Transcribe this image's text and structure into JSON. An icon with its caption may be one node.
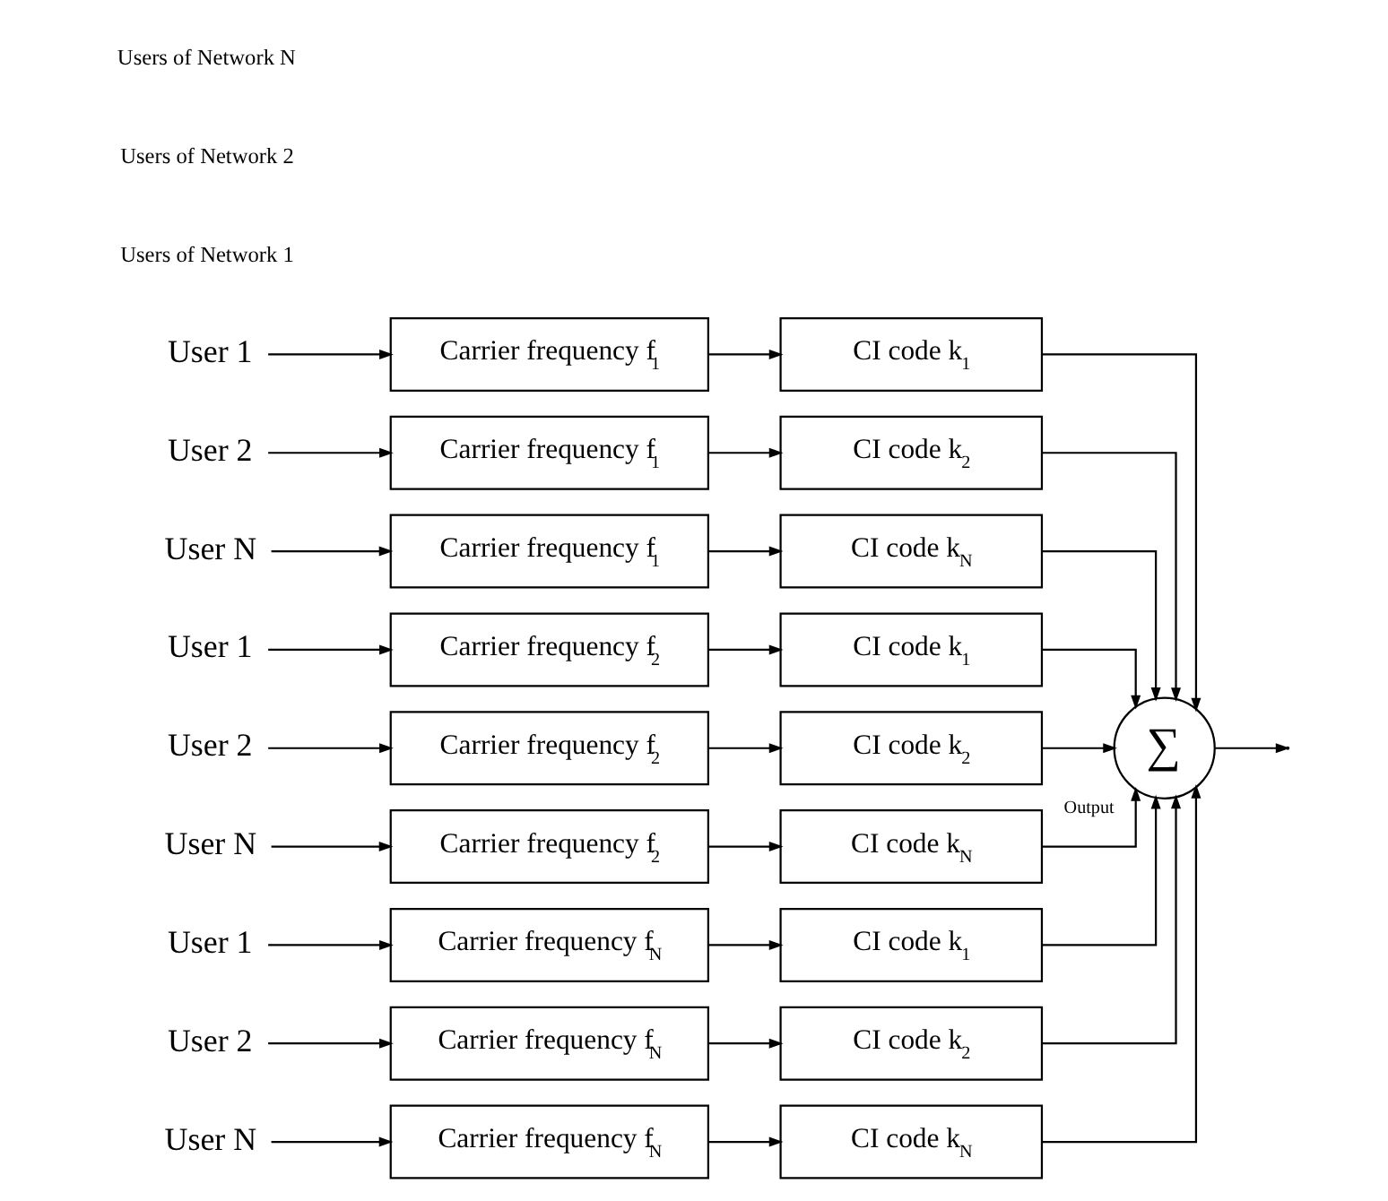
{
  "diagram": {
    "nodes": [
      {
        "text": [
          "User 1"
        ]
      },
      {
        "text": [
          "Carrier frequency f$_{1}$"
        ]
      },
      {
        "text": [
          "CI code k$_{1}$"
        ]
      },
      {
        "text": [
          "User 2"
        ]
      },
      {
        "text": [
          "Carrier frequency f$_{1}$"
        ]
      },
      {
        "text": [
          "CI code k$_{2}$"
        ]
      },
      {
        "text": [
          "User N"
        ]
      },
      {
        "text": [
          "Carrier frequency f$_{1}$"
        ]
      },
      {
        "text": [
          "CI code k$_{N}$"
        ]
      },
      {
        "text": [
          "User 1"
        ]
      },
      {
        "text": [
          "Carrier frequency f$_{2}$"
        ]
      },
      {
        "text": [
          "CI code k$_{1}$"
        ]
      },
      {
        "text": [
          "User 2"
        ]
      },
      {
        "text": [
          "Carrier frequency f$_{2}$"
        ]
      },
      {
        "text": [
          "CI code k$_{2}$"
        ]
      },
      {
        "text": [
          "User N"
        ]
      },
      {
        "text": [
          "Carrier frequency f$_{2}$"
        ]
      },
      {
        "text": [
          "CI code k$_{N}$"
        ]
      },
      {
        "text": [
          "User 1"
        ]
      },
      {
        "text": [
          "Carrier frequency f$_{N}$"
        ]
      },
      {
        "text": [
          "CI code k$_{1}$"
        ]
      },
      {
        "text": [
          "User 2"
        ]
      },
      {
        "text": [
          "Carrier frequency f$_{N}$"
        ]
      },
      {
        "text": [
          "CI code k$_{2}$"
        ]
      },
      {
        "text": [
          "User N"
        ]
      },
      {
        "text": [
          "Carrier frequency f$_{N}$"
        ]
      },
      {
        "text": [
          "CI code k$_{N}$"
        ]
      },
      {
        "text": [
          "∑"
        ],
        "beside": [
          "Output"
        ]
      }
    ],
    "edges": [
      {
        "from": 0,
        "to": 1,
        "arrow": "to"
      },
      {
        "from": 1,
        "to": 2,
        "arrow": "to"
      },
      {
        "from": 2,
        "to": 27,
        "arrow": "to"
      },
      {
        "from": 3,
        "to": 4,
        "arrow": "to"
      },
      {
        "from": 4,
        "to": 5,
        "arrow": "to"
      },
      {
        "from": 5,
        "to": 27,
        "arrow": "to"
      },
      {
        "from": 6,
        "to": 7,
        "arrow": "to"
      },
      {
        "from": 7,
        "to": 8,
        "arrow": "to"
      },
      {
        "from": 8,
        "to": 27,
        "arrow": "to"
      },
      {
        "from": 9,
        "to": 10,
        "arrow": "to"
      },
      {
        "from": 10,
        "to": 11,
        "arrow": "to"
      },
      {
        "from": 11,
        "to": 27,
        "arrow": "to"
      },
      {
        "from": 12,
        "to": 13,
        "arrow": "to"
      },
      {
        "from": 13,
        "to": 14,
        "arrow": "to"
      },
      {
        "from": 14,
        "to": 27,
        "arrow": "to"
      },
      {
        "from": 15,
        "to": 16,
        "arrow": "to"
      },
      {
        "from": 16,
        "to": 17,
        "arrow": "to"
      },
      {
        "from": 17,
        "to": 27,
        "arrow": "to"
      },
      {
        "from": 18,
        "to": 19,
        "arrow": "to"
      },
      {
        "from": 19,
        "to": 20,
        "arrow": "to"
      },
      {
        "from": 20,
        "to": 27,
        "arrow": "to"
      },
      {
        "from": 21,
        "to": 22,
        "arrow": "to"
      },
      {
        "from": 22,
        "to": 23,
        "arrow": "to"
      },
      {
        "from": 23,
        "to": 27,
        "arrow": "to"
      },
      {
        "from": 24,
        "to": 25,
        "arrow": "to"
      },
      {
        "from": 25,
        "to": 26,
        "arrow": "to"
      },
      {
        "from": 26,
        "to": 27,
        "arrow": "to"
      },
      {
        "from": 27,
        "to": null,
        "arrow": "to"
      }
    ],
    "labels": [
      "Users of Network 1",
      "Users of Network 2",
      "Users of Network N"
    ]
  }
}
